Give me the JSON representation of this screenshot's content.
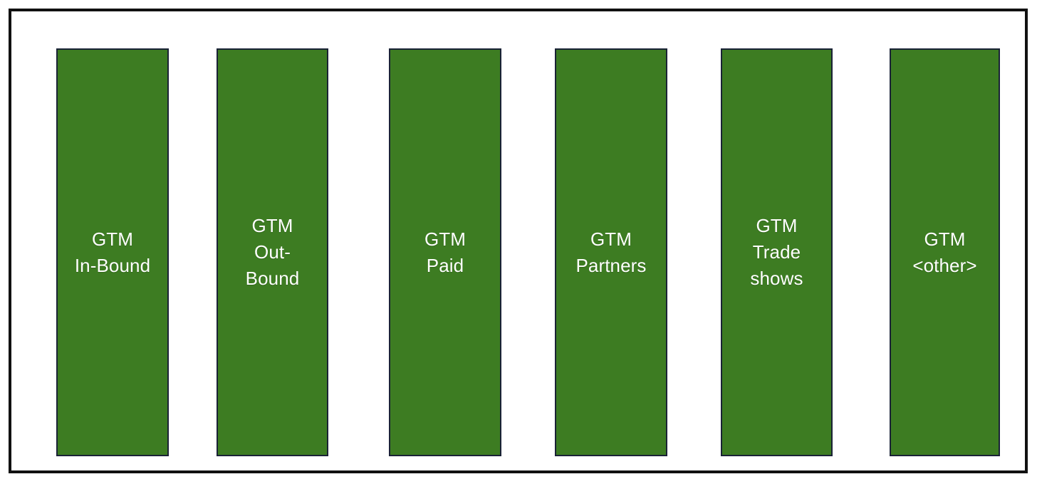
{
  "diagram": {
    "title": "",
    "background_color": "#FFFFFF",
    "frame": {
      "border_color": "#111111",
      "fill_color": "#FFFFFF"
    },
    "style": {
      "box_fill_color": "#3D7C22",
      "box_border_color": "#1A2236",
      "label_color": "#FFFFFF"
    },
    "boxes": [
      {
        "label": "GTM\nIn-Bound",
        "name": "gtm-in-bound"
      },
      {
        "label": "GTM\nOut-\nBound",
        "name": "gtm-out-bound"
      },
      {
        "label": "GTM\nPaid",
        "name": "gtm-paid"
      },
      {
        "label": "GTM\nPartners",
        "name": "gtm-partners"
      },
      {
        "label": "GTM\nTrade\nshows",
        "name": "gtm-trade-shows"
      },
      {
        "label": "GTM\n<other>",
        "name": "gtm-other"
      }
    ]
  },
  "chart_data": {
    "type": "bar",
    "title": "",
    "xlabel": "",
    "ylabel": "",
    "categories": [
      "GTM In-Bound",
      "GTM Out-Bound",
      "GTM Paid",
      "GTM Partners",
      "GTM Trade shows",
      "GTM <other>"
    ],
    "values": [
      1,
      1,
      1,
      1,
      1,
      1
    ],
    "ylim": [
      0,
      1
    ],
    "grid": false,
    "legend": "none",
    "series_color": "#3D7C22",
    "note": "Six equal-height green swimlane boxes representing go-to-market channels."
  }
}
